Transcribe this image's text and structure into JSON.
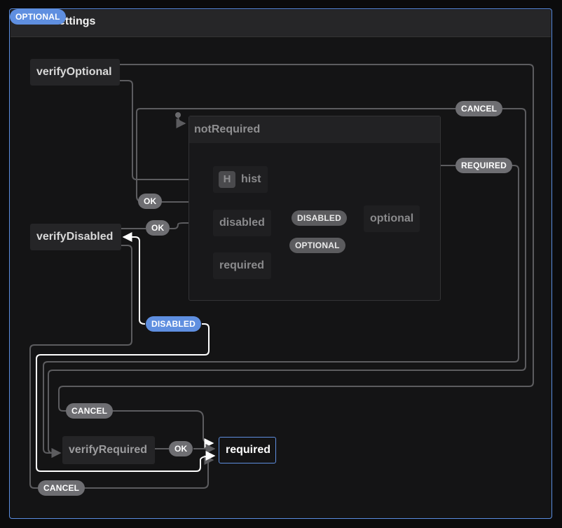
{
  "machine": {
    "badge": "OPTIONAL",
    "title": "n-settings"
  },
  "states": {
    "verifyOptional": "verifyOptional",
    "verifyDisabled": "verifyDisabled",
    "verifyRequired": "verifyRequired",
    "required": "required",
    "notRequired": "notRequired",
    "hist_badge": "H",
    "hist": "hist",
    "disabled": "disabled",
    "optional": "optional",
    "inner_required": "required"
  },
  "events": {
    "cancel_top": "CANCEL",
    "required_evt": "REQUIRED",
    "ok_verifyOptional": "OK",
    "ok_verifyDisabled": "OK",
    "disabled_inner": "DISABLED",
    "optional_inner": "OPTIONAL",
    "disabled_active": "DISABLED",
    "cancel_mid": "CANCEL",
    "ok_verifyRequired": "OK",
    "cancel_bottom": "CANCEL"
  },
  "colors": {
    "accent": "#5f8fe0",
    "edge": "#5c5c5f",
    "active_edge": "#ffffff",
    "background": "#141415"
  }
}
